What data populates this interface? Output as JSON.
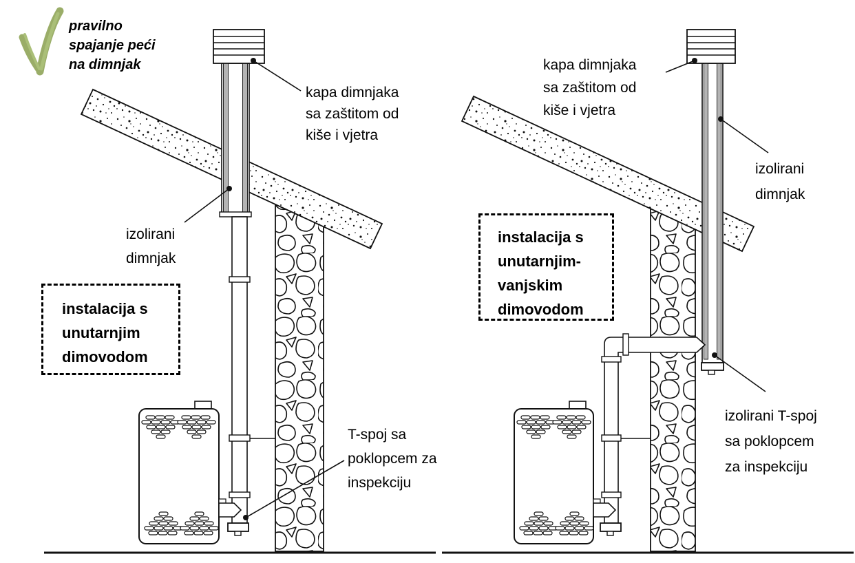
{
  "header": {
    "icon": "checkmark-icon",
    "lines": [
      "pravilno",
      "spajanje peći",
      "na dimnjak"
    ]
  },
  "left_diagram": {
    "box_label": {
      "lines": [
        "instalacija s",
        "unutarnjim",
        "dimovodom"
      ]
    },
    "labels": {
      "cap": {
        "lines": [
          "kapa dimnjaka",
          "sa zaštitom od",
          "kiše i vjetra"
        ]
      },
      "insulated": {
        "lines": [
          "izolirani",
          "dimnjak"
        ]
      },
      "t_joint": {
        "lines": [
          "T-spoj sa",
          "poklopcem za",
          "inspekciju"
        ]
      }
    }
  },
  "right_diagram": {
    "box_label": {
      "lines": [
        "instalacija s",
        "unutarnjim-",
        "vanjskim",
        "dimovodom"
      ]
    },
    "labels": {
      "cap": {
        "lines": [
          "kapa dimnjaka",
          "sa zaštitom od",
          "kiše i vjetra"
        ]
      },
      "insulated": {
        "lines": [
          "izolirani",
          "dimnjak"
        ]
      },
      "t_joint": {
        "lines": [
          "izolirani T-spoj",
          "sa poklopcem",
          "za inspekciju"
        ]
      }
    }
  },
  "colors": {
    "line": "#111111",
    "insulation_gray": "#b4b4b4",
    "check_green": "#9aad68"
  }
}
